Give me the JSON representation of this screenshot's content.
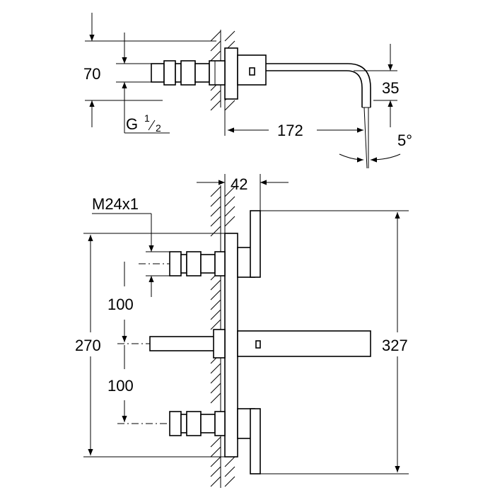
{
  "top_view": {
    "dim_height": "70",
    "dim_thread_g": "G",
    "dim_thread_num": "1",
    "dim_thread_den": "2",
    "dim_length": "172",
    "dim_spout_height": "35",
    "dim_angle": "5°"
  },
  "front_view": {
    "dim_depth": "42",
    "dim_thread_m": "M24x1",
    "dim_spacing_upper": "100",
    "dim_spacing_lower": "100",
    "dim_total_spacing": "270",
    "dim_overall_height": "327"
  }
}
